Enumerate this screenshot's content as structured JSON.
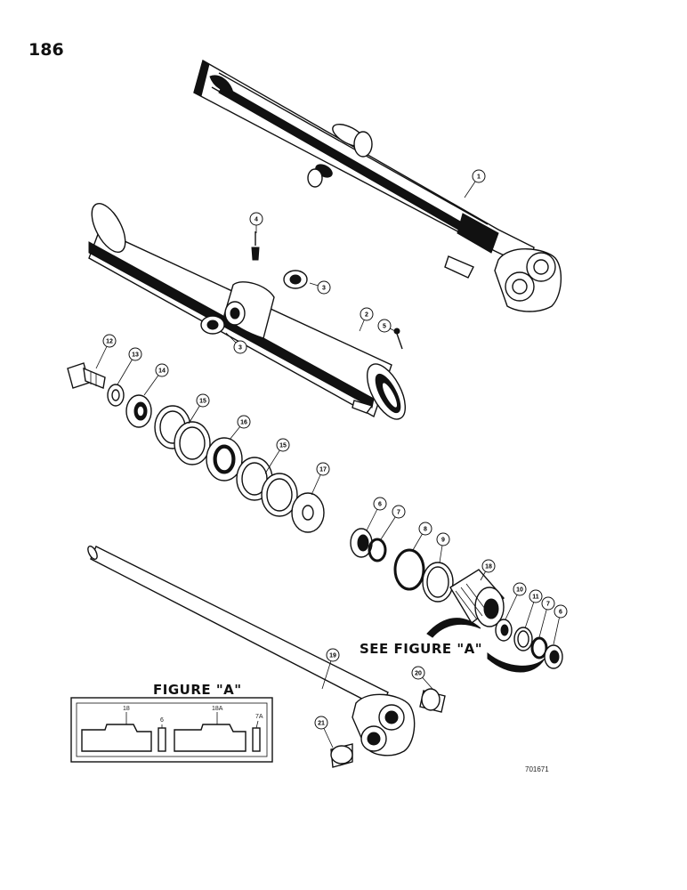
{
  "page_number": "186",
  "see_figure_label": "SEE FIGURE \"A\"",
  "figure_a": {
    "title": "FIGURE \"A\"",
    "labels": [
      "18",
      "6",
      "18A",
      "7A"
    ]
  },
  "drawing_code": "701671",
  "callouts": [
    "1",
    "2",
    "3",
    "3",
    "4",
    "5",
    "6",
    "7",
    "8",
    "9",
    "10",
    "11",
    "7",
    "6",
    "12",
    "13",
    "14",
    "15",
    "16",
    "15",
    "17",
    "18",
    "19",
    "20",
    "21"
  ]
}
